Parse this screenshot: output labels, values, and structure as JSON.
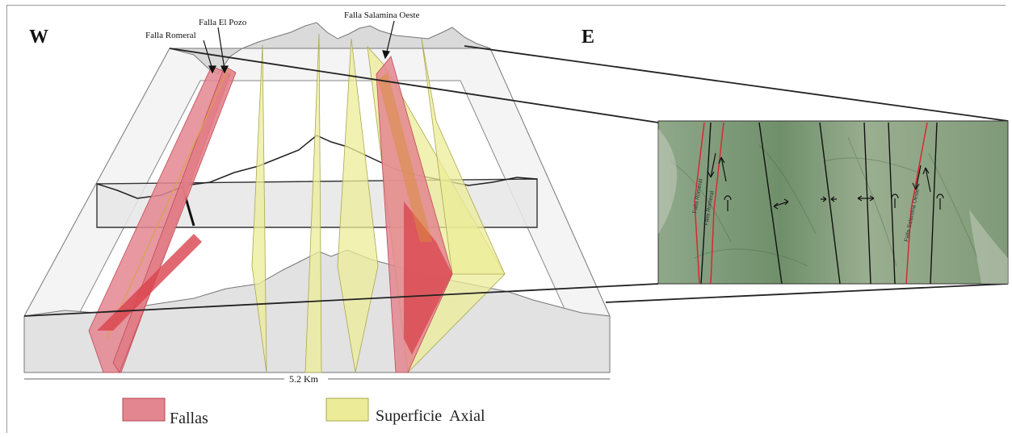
{
  "directions": {
    "west": "W",
    "east": "E"
  },
  "faults": {
    "romeral": "Falla Romeral",
    "el_pozo": "Falla El Pozo",
    "salamina": "Falla Salamina Oeste"
  },
  "scale": {
    "label": "5.2 Km"
  },
  "legend": [
    {
      "label": "Fallas",
      "color": "#e3868f"
    },
    {
      "label": "Superficie  Axial",
      "color": "#ecec98"
    }
  ],
  "map_labels": {
    "romeral_1": "Falla Romeral",
    "romeral_2": "Falla Romeral",
    "salamina": "Falla Salamina Oeste"
  },
  "colors": {
    "fault": "#e3868f",
    "fault_dark": "#d9424c",
    "axial": "#ecec98",
    "terrain": "#e0e0e0",
    "box_line": "#333333"
  }
}
